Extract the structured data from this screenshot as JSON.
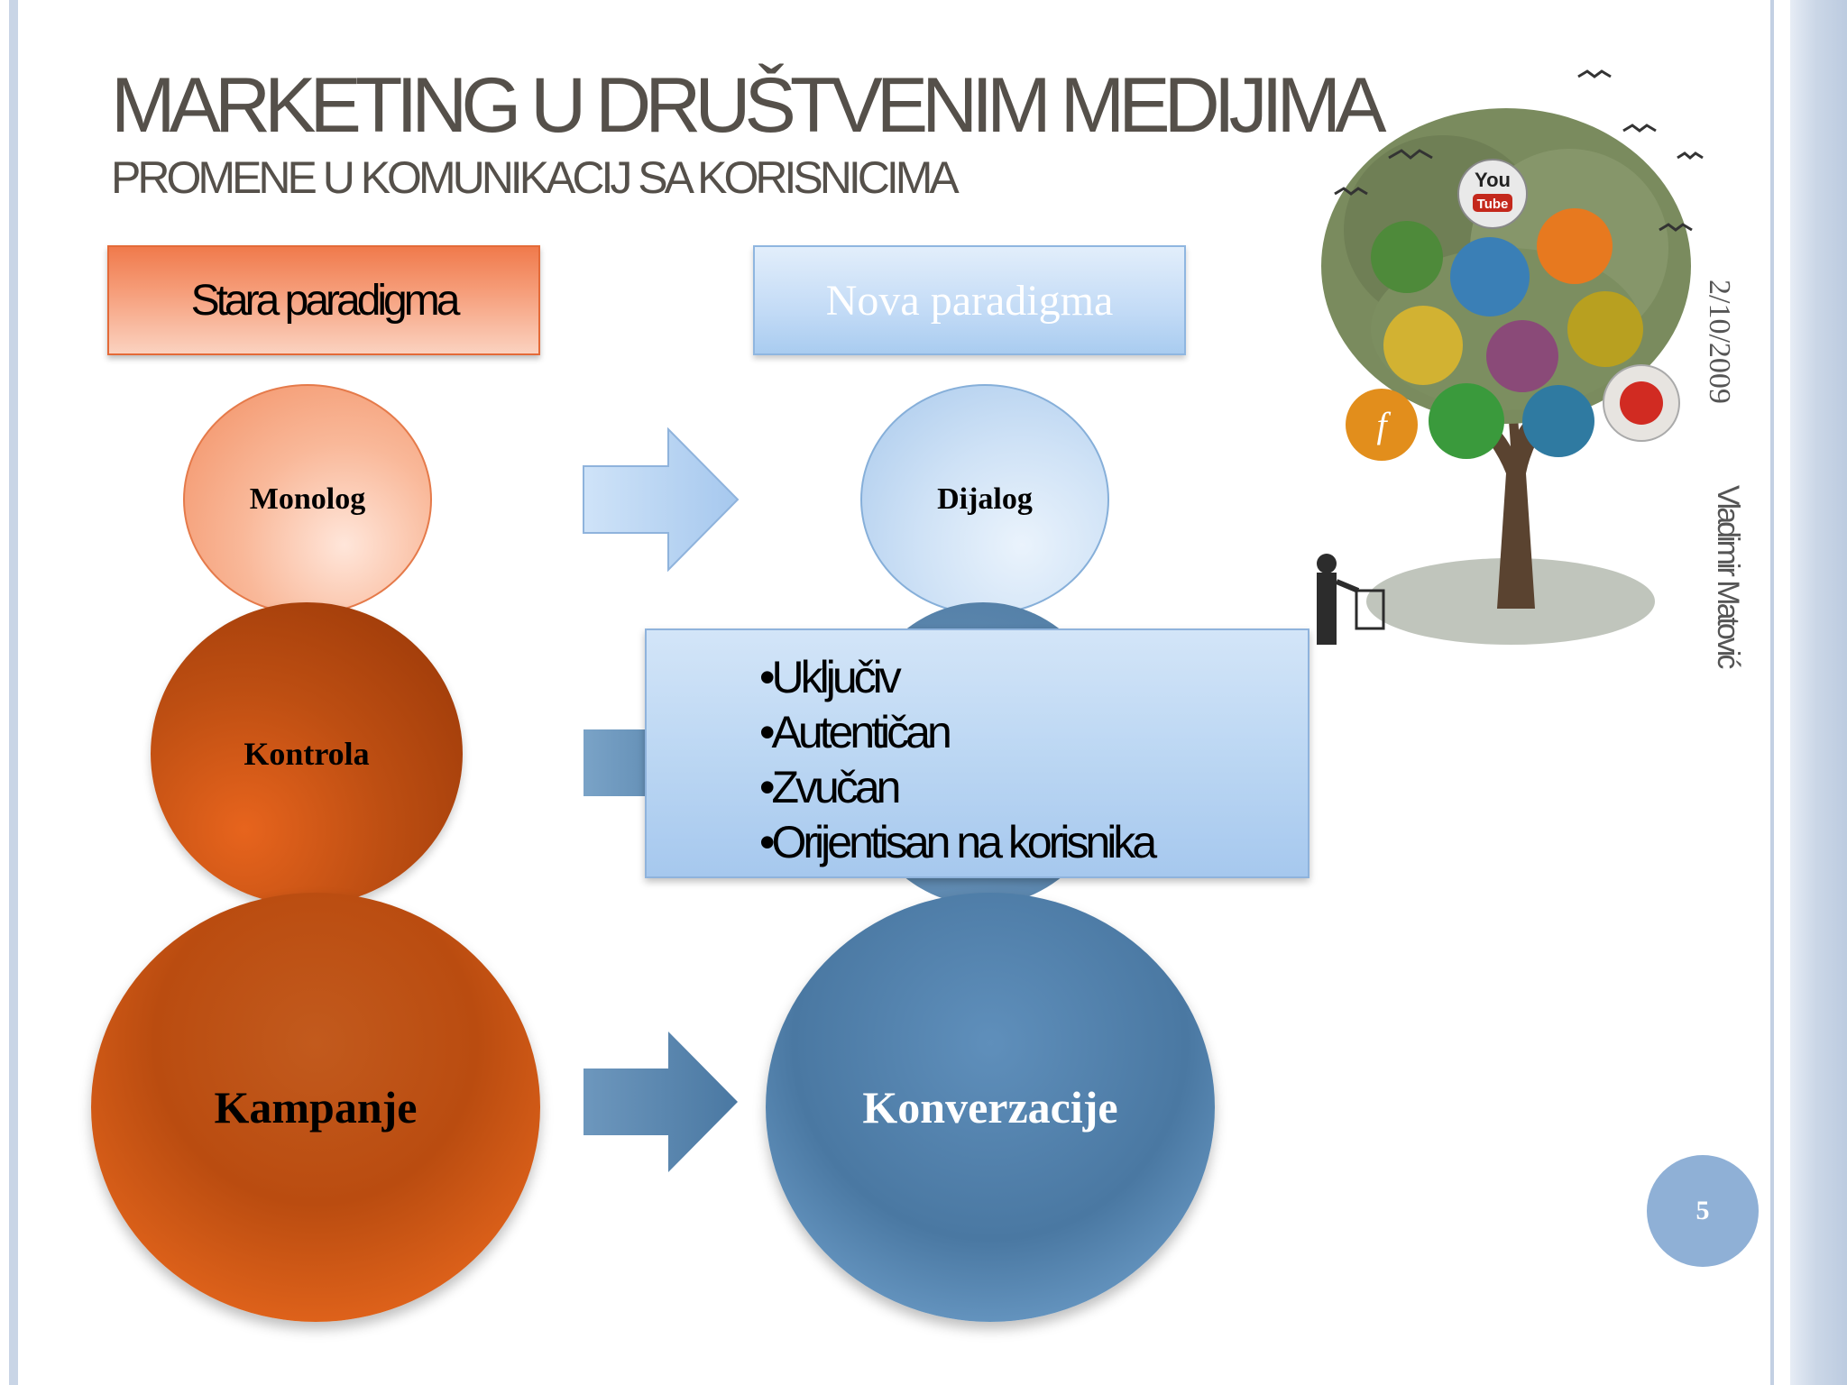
{
  "slide": {
    "title": "MARKETING U DRUŠTVENIM MEDIJIMA",
    "subtitle": "PROMENE U KOMUNIKACIJ SA KORISNICIMA",
    "date": "2/10/2009",
    "author": "Vladimir Matović",
    "page_number": "5"
  },
  "columns": {
    "old_header": "Stara paradigma",
    "new_header": "Nova paradigma"
  },
  "rows": [
    {
      "old": "Monolog",
      "new": "Dijalog"
    },
    {
      "old": "Kontrola",
      "new": ""
    },
    {
      "old": "Kampanje",
      "new": "Konverzacije"
    }
  ],
  "bullets": [
    "•Uključiv",
    "•Autentičan",
    "•Zvučan",
    "•Orijentisan na korisnika"
  ],
  "image": {
    "description_icon": "social-media-tree-icon",
    "logo_text_1": "You",
    "logo_text_2": "Tube"
  },
  "colors": {
    "orange_dark": "#bd4e12",
    "orange_light": "#f6a07d",
    "blue_dark": "#4a78a2",
    "blue_light": "#c3dbf6",
    "title_gray": "#55504a"
  }
}
